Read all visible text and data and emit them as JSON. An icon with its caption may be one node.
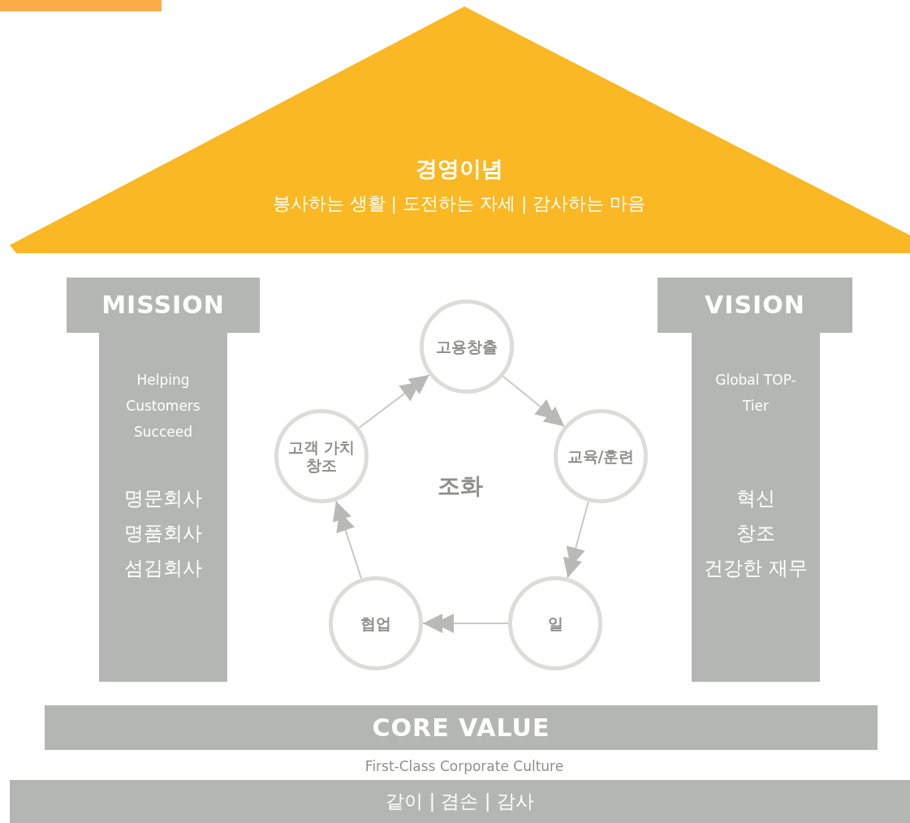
{
  "diagram": {
    "nodes": [
      {
        "text": [
          "경영이념",
          "봉사하는 생활 | 도전하는 자세 | 감사하는 마음"
        ]
      },
      {
        "text": [
          "MISSION",
          "Helping Customers Succeed",
          "명문회사",
          "명품회사",
          "섬김회사"
        ]
      },
      {
        "text": [
          "VISION",
          "Global TOP-Tier",
          "혁신",
          "창조",
          "건강한 재무"
        ]
      },
      {
        "text": [
          "고용창출"
        ]
      },
      {
        "text": [
          "교육/훈련"
        ]
      },
      {
        "text": [
          "일"
        ]
      },
      {
        "text": [
          "협업"
        ]
      },
      {
        "text": [
          "고객 가치 창조"
        ]
      },
      {
        "text": [
          "CORE VALUE"
        ]
      },
      {
        "text": [
          "같이 | 겸손 | 감사"
        ]
      }
    ],
    "edges": [
      {
        "from": 7,
        "to": 3,
        "arrow": "to"
      },
      {
        "from": 3,
        "to": 4,
        "arrow": "to"
      },
      {
        "from": 4,
        "to": 5,
        "arrow": "to"
      },
      {
        "from": 5,
        "to": 6,
        "arrow": "to"
      },
      {
        "from": 6,
        "to": 7,
        "arrow": "to"
      }
    ],
    "labels": [
      "조화",
      "First-Class Corporate Culture"
    ]
  }
}
